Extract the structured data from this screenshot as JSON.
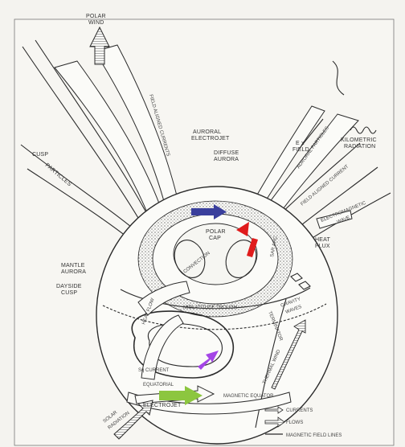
{
  "labels": {
    "polar_wind": [
      "POLAR",
      "WIND"
    ],
    "field_aligned_currents": "FIELD ALIGNED CURRENTS",
    "auroral_electrojet": [
      "AURORAL",
      "ELECTROJET"
    ],
    "diffuse_aurora": [
      "DIFFUSE",
      "AURORA"
    ],
    "ex_field": [
      "E x",
      "FIELD"
    ],
    "kilometric_radiation": [
      "KILOMETRIC",
      "RADIATION"
    ],
    "auroral_particles": "AURORAL PARTICLES",
    "field_aligned_current": "FIELD ALIGNED CURRENT",
    "electromagnetic_wave": [
      "ELECTROMAGNETIC",
      "WAVE"
    ],
    "heat_flux": [
      "HEAT",
      "FLUX"
    ],
    "cusp_particles": [
      "CUSP",
      "PARTICLES"
    ],
    "polar_cap": [
      "POLAR",
      "CAP"
    ],
    "mantle_aurora": [
      "MANTLE",
      "AURORA"
    ],
    "dayside_cusp": [
      "DAYSIDE",
      "CUSP"
    ],
    "sar_arc": "SAR ARC",
    "gravity_waves": [
      "GRAVITY",
      "WAVES"
    ],
    "midlatitude_trough": "MIDLATITUDE TROUGH",
    "terminator": "TERMINATOR",
    "sq_current": "Sq CURRENT",
    "thermal_wind": "THERMAL WIND",
    "equatorial": "EQUATORIAL",
    "magnetic_equator": "MAGNETIC EQUATOR",
    "electrojet": "ELECTROJET",
    "solar_radiation": [
      "SOLAR",
      "RADIATION"
    ],
    "convection": "CONVECTION",
    "heat_flow": "HEAT FLOW"
  },
  "legend": {
    "currents": "CURRENTS",
    "flows": "FLOWS",
    "magnetic_field_lines": "MAGNETIC FIELD LINES"
  },
  "arrow_colors": {
    "blue": "#3a3f9c",
    "red": "#e01b1b",
    "purple": "#a445e6",
    "green": "#8cc63f"
  }
}
